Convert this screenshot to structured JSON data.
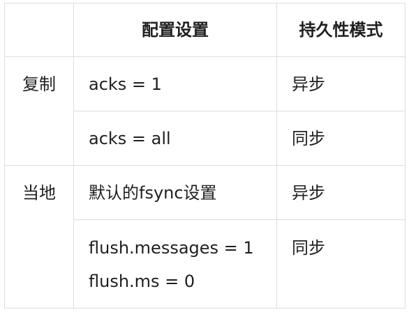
{
  "table": {
    "headers": [
      "",
      "配置设置",
      "持久性模式"
    ],
    "rows": [
      {
        "category": "复制",
        "config": "acks = 1",
        "mode": "异步"
      },
      {
        "category": "",
        "config": "acks = all",
        "mode": "同步"
      },
      {
        "category": "当地",
        "config": "默认的fsync设置",
        "mode": "异步"
      },
      {
        "category": "",
        "config_lines": [
          "flush.messages = 1",
          "flush.ms = 0"
        ],
        "mode": "同步"
      }
    ]
  }
}
